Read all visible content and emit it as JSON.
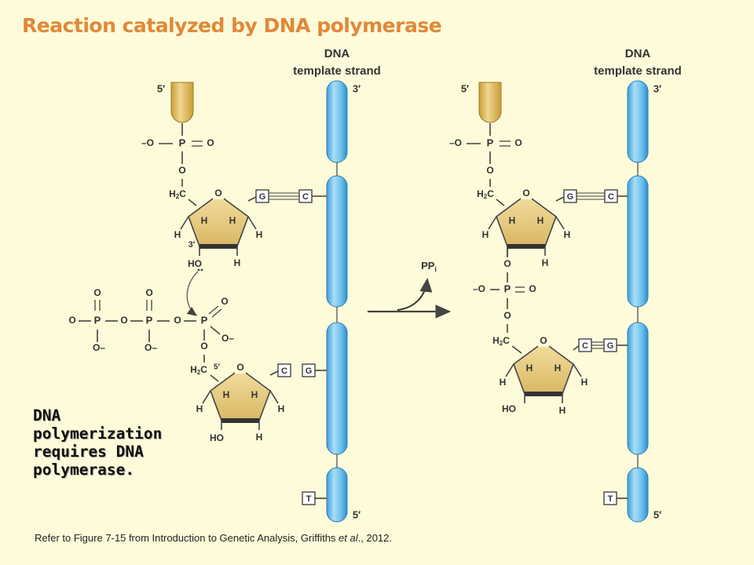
{
  "title": "Reaction catalyzed by DNA polymerase",
  "template_header": [
    "DNA",
    "template strand"
  ],
  "end_5": "5′",
  "end_3": "3′",
  "atoms": {
    "O": "O",
    "P": "P",
    "H": "H",
    "C": "C",
    "HO": "HO",
    "H2C": "H2C",
    "minus": "–"
  },
  "byproduct": "PP",
  "byproduct_sub": "i",
  "bases": {
    "G": "G",
    "C": "C",
    "T": "T"
  },
  "callout": "DNA polymerization requires DNA polymerase.",
  "caption": {
    "before": "Refer to Figure 7-15 from Introduction to Genetic Analysis, Griffiths ",
    "italic": "et al",
    "after": "., 2012."
  },
  "colors": {
    "background": "#fdfbd9",
    "title": "#e0883a",
    "strand_blue": "#6cc0ec",
    "sugar": "#e8cd7c",
    "primer": "#e3c266"
  }
}
